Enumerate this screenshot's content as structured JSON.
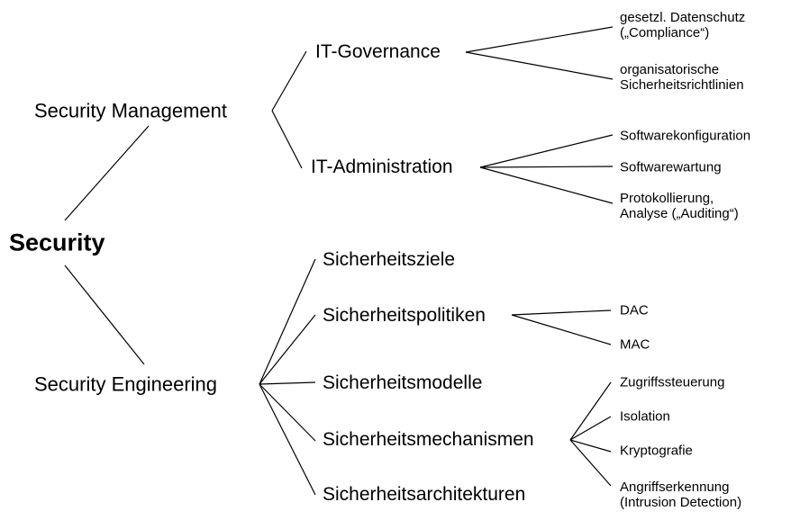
{
  "root": "Security",
  "management": {
    "label": "Security Management",
    "governance": {
      "label": "IT-Governance",
      "children": [
        "gesetzl. Datenschutz",
        "(„Compliance“)",
        "organisatorische",
        "Sicherheitsrichtlinien"
      ]
    },
    "administration": {
      "label": "IT-Administration",
      "children": [
        "Softwarekonfiguration",
        "Softwarewartung",
        "Protokollierung,",
        "Analyse („Auditing“)"
      ]
    }
  },
  "engineering": {
    "label": "Security Engineering",
    "ziele": "Sicherheitsziele",
    "politiken": {
      "label": "Sicherheitspolitiken",
      "children": [
        "DAC",
        "MAC"
      ]
    },
    "modelle": "Sicherheitsmodelle",
    "mechanismen": {
      "label": "Sicherheitsmechanismen",
      "children": [
        "Zugriffssteuerung",
        "Isolation",
        "Kryptografie",
        "Angriffserkennung",
        "(Intrusion Detection)"
      ]
    },
    "architekturen": "Sicherheitsarchitekturen"
  }
}
